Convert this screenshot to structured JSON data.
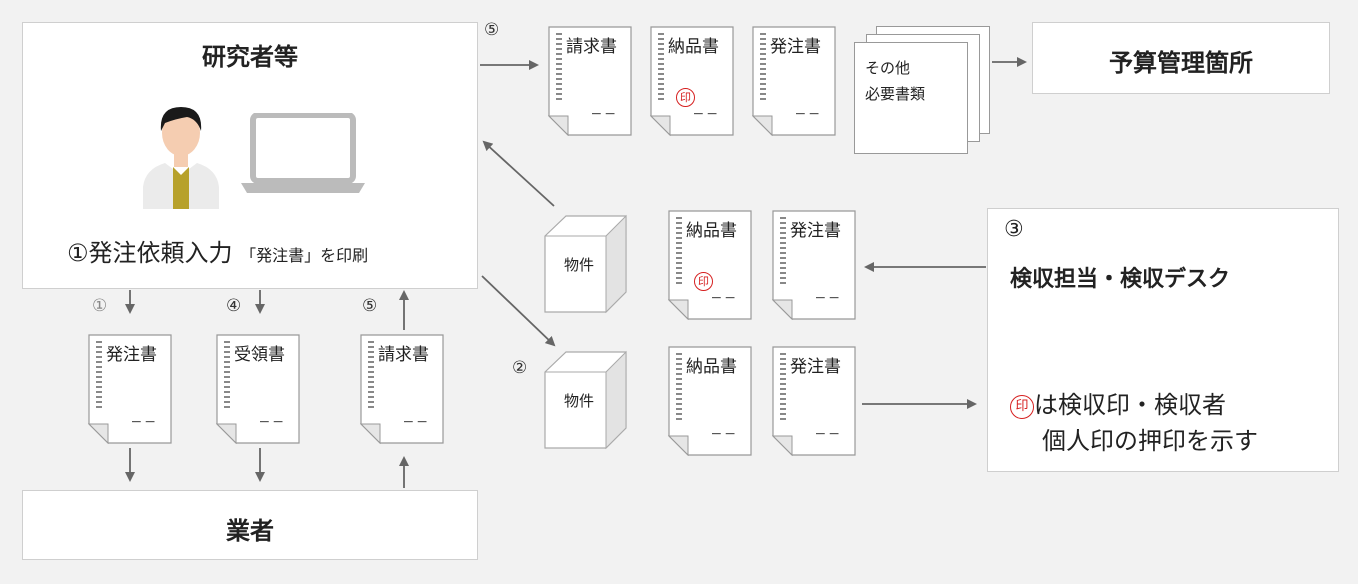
{
  "researcher": {
    "title": "研究者等",
    "action_num": "①",
    "action_text": "発注依頼入力",
    "action_sub": "「発注書」を印刷"
  },
  "vendor": {
    "title": "業者"
  },
  "budget": {
    "title": "予算管理箇所"
  },
  "inspection": {
    "num": "③",
    "title": "検収担当・検収デスク",
    "stamp_char": "印",
    "note_line1": "は検収印・検収者",
    "note_line2": "個人印の押印を示す"
  },
  "steps": {
    "s1": "①",
    "s2": "②",
    "s4": "④",
    "s5a": "⑤",
    "s5b": "⑤"
  },
  "docs": {
    "hatchu": "発注書",
    "juryo": "受領書",
    "seikyu": "請求書",
    "nohin": "納品書",
    "other_line1": "その他",
    "other_line2": "必要書類",
    "dash": "−−",
    "stamp": "印"
  },
  "goods": {
    "label": "物件"
  },
  "colors": {
    "arrow": "#666666",
    "stamp": "#d62020",
    "border": "#cfcfcf"
  },
  "icons": [
    "researcher-icon",
    "laptop-icon"
  ]
}
